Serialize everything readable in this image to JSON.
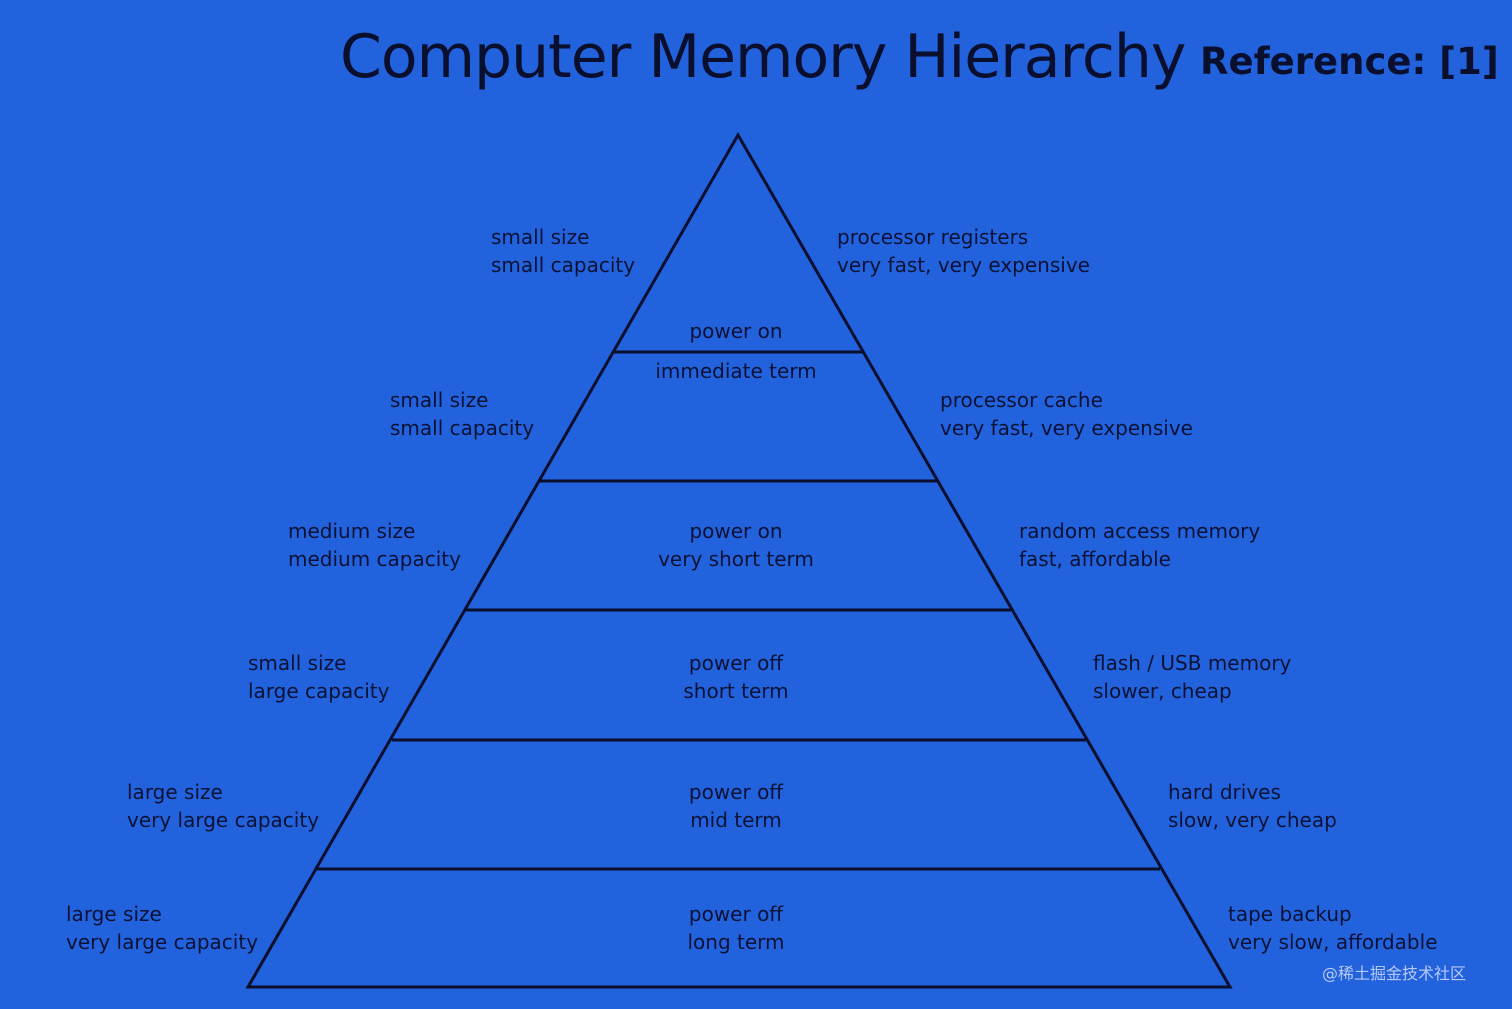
{
  "title": "Computer Memory Hierarchy",
  "reference": "Reference: [1]",
  "levels": [
    {
      "left": [
        "small size",
        "small capacity"
      ],
      "center": [
        "power on"
      ],
      "right": [
        "processor registers",
        "very fast, very expensive"
      ]
    },
    {
      "left": [
        "small size",
        "small capacity"
      ],
      "center": [
        "immediate term"
      ],
      "right": [
        "processor cache",
        "very fast, very expensive"
      ]
    },
    {
      "left": [
        "medium size",
        "medium capacity"
      ],
      "center": [
        "power on",
        "very short term"
      ],
      "right": [
        "random access memory",
        "fast, affordable"
      ]
    },
    {
      "left": [
        "small size",
        "large capacity"
      ],
      "center": [
        "power off",
        "short term"
      ],
      "right": [
        "flash / USB memory",
        "slower, cheap"
      ]
    },
    {
      "left": [
        "large size",
        "very large capacity"
      ],
      "center": [
        "power off",
        "mid term"
      ],
      "right": [
        "hard drives",
        "slow, very cheap"
      ]
    },
    {
      "left": [
        "large size",
        "very large capacity"
      ],
      "center": [
        "power off",
        "long term"
      ],
      "right": [
        "tape backup",
        "very slow, affordable"
      ]
    }
  ],
  "watermark": "@稀土掘金技术社区",
  "colors": {
    "background": "#2262dc",
    "line": "#0a0f2e"
  }
}
